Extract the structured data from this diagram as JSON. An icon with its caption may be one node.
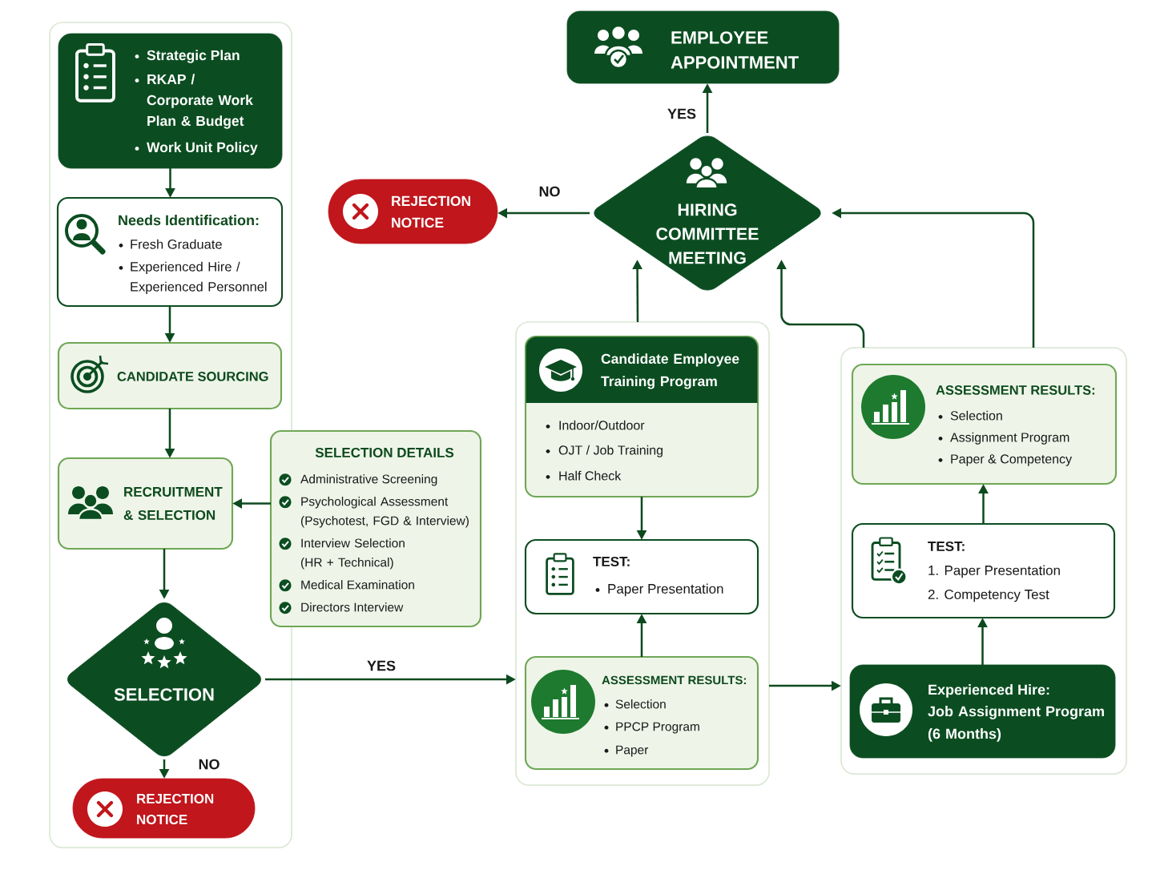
{
  "diagram": {
    "nodes": [
      {
        "text": [],
        "shape": "box"
      },
      {
        "text": [
          "Strategic Plan",
          "RKAP / Corporate Work Plan & Budget",
          "Work Unit Policy"
        ],
        "in": 0
      },
      {
        "text": [
          "Needs Identification:",
          "Fresh Graduate",
          "Experienced Hire / Experienced Personnel"
        ],
        "in": 0
      },
      {
        "text": [
          "CANDIDATE SOURCING"
        ],
        "in": 0
      },
      {
        "text": [
          "RECRUITMENT & SELECTION"
        ],
        "in": 0
      },
      {
        "text": [
          "SELECTION DETAILS",
          "Administrative Screening",
          "Psychological Assessment (Psychotest, FGD & Interview)",
          "Interview Selection (HR + Technical)",
          "Medical Examination",
          "Directors Interview"
        ]
      },
      {
        "text": [
          "SELECTION"
        ],
        "in": 0
      },
      {
        "text": [
          "REJECTION NOTICE"
        ],
        "in": 0
      },
      {
        "text": [
          "EMPLOYEE APPOINTMENT"
        ]
      },
      {
        "text": [
          "HIRING COMMITTEE MEETING"
        ]
      },
      {
        "text": [
          "REJECTION NOTICE"
        ]
      },
      {
        "text": [],
        "shape": "box"
      },
      {
        "text": [
          "Candidate Employee Training Program",
          "Indoor/Outdoor",
          "OJT / Job Training",
          "Half Check"
        ],
        "in": 11
      },
      {
        "text": [
          "TEST:",
          "Paper Presentation"
        ],
        "in": 11
      },
      {
        "text": [
          "ASSESSMENT RESULTS:",
          "Selection",
          "PPCP Program",
          "Paper"
        ],
        "in": 11
      },
      {
        "text": [],
        "shape": "box"
      },
      {
        "text": [
          "ASSESSMENT RESULTS:",
          "Selection",
          "Assignment Program",
          "Paper & Competency"
        ],
        "in": 15
      },
      {
        "text": [
          "TEST:",
          "1. Paper Presentation",
          "2. Competency Test"
        ],
        "in": 15
      },
      {
        "text": [
          "Experienced Hire:",
          "Job Assignment Program (6 Months)"
        ],
        "in": 15
      }
    ],
    "edges": [
      {
        "from": 1,
        "to": 2,
        "arrow": "to"
      },
      {
        "from": 2,
        "to": 3,
        "arrow": "to"
      },
      {
        "from": 3,
        "to": 4,
        "arrow": "to"
      },
      {
        "from": 5,
        "to": 4,
        "arrow": "to"
      },
      {
        "from": 4,
        "to": 6,
        "arrow": "to"
      },
      {
        "from": 6,
        "to": 7,
        "arrow": "to",
        "label": "NO"
      },
      {
        "from": 6,
        "to": 11,
        "arrow": "to",
        "label": "YES"
      },
      {
        "from": 12,
        "to": 13,
        "arrow": "to"
      },
      {
        "from": 14,
        "to": 13,
        "arrow": "to"
      },
      {
        "from": 11,
        "to": 15,
        "arrow": "to"
      },
      {
        "from": 18,
        "to": 17,
        "arrow": "to"
      },
      {
        "from": 17,
        "to": 16,
        "arrow": "to"
      },
      {
        "from": 11,
        "to": 9,
        "arrow": "to"
      },
      {
        "from": 15,
        "to": 9,
        "arrow": "to"
      },
      {
        "from": 15,
        "to": 9,
        "arrow": "to"
      },
      {
        "from": 9,
        "to": 8,
        "arrow": "to",
        "label": "YES"
      },
      {
        "from": 9,
        "to": 10,
        "arrow": "to",
        "label": "NO"
      }
    ]
  }
}
